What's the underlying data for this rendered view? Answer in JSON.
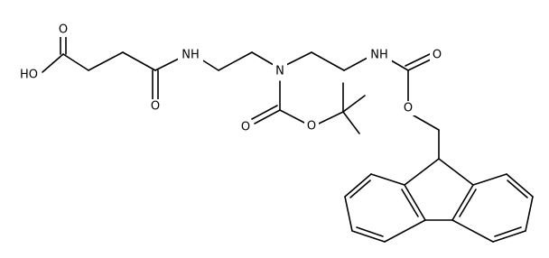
{
  "diagram": {
    "atoms": {
      "carboxyl_o": "O",
      "carboxyl_oh": "HO",
      "amide_o": "O",
      "amide_nh": "NH",
      "amine_n": "N",
      "boc_carbonyl_o": "O",
      "boc_ester_o": "O",
      "fmoc_nh": "NH",
      "fmoc_carbonyl_o": "O",
      "fmoc_ester_o": "O"
    }
  }
}
